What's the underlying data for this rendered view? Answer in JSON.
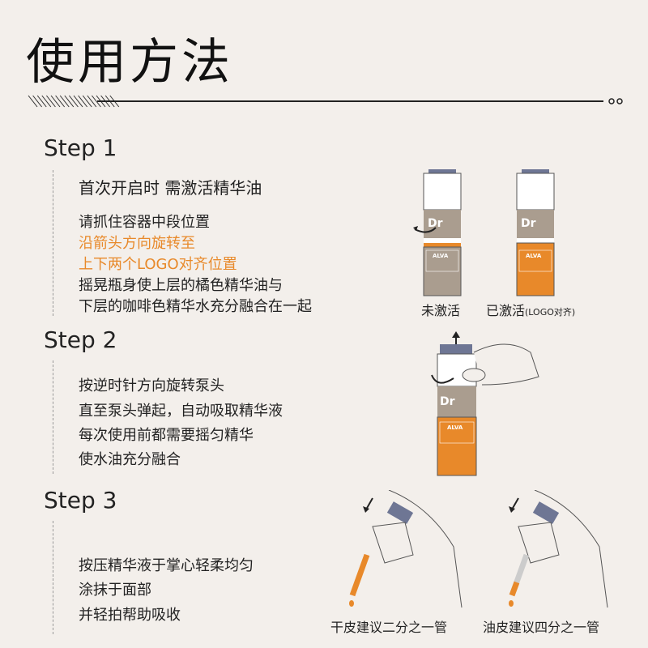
{
  "title": "使用方法",
  "colors": {
    "background": "#f3efeb",
    "accent_orange": "#e8892a",
    "bottle_brown": "#aa9d8f",
    "cap_blue": "#6e7694"
  },
  "steps": [
    {
      "label": "Step 1",
      "heading": "首次开启时 需激活精华油",
      "lines": [
        {
          "text": "请抓住容器中段位置",
          "highlight": false
        },
        {
          "text": "沿箭头方向旋转至",
          "highlight": true
        },
        {
          "text": "上下两个LOGO对齐位置",
          "highlight": true
        },
        {
          "text": "摇晃瓶身使上层的橘色精华油与",
          "highlight": false
        },
        {
          "text": "下层的咖啡色精华水充分融合在一起",
          "highlight": false
        }
      ],
      "captions": {
        "inactive": "未激活",
        "active": "已激活",
        "active_note": "(LOGO对齐)"
      }
    },
    {
      "label": "Step 2",
      "lines": [
        {
          "text": "按逆时针方向旋转泵头"
        },
        {
          "text": "直至泵头弹起，自动吸取精华液"
        },
        {
          "text": "每次使用前都需要摇匀精华"
        },
        {
          "text": "使水油充分融合"
        }
      ]
    },
    {
      "label": "Step 3",
      "lines": [
        {
          "text": "按压精华液于掌心轻柔均匀"
        },
        {
          "text": "涂抹于面部"
        },
        {
          "text": "并轻拍帮助吸收"
        }
      ],
      "captions": {
        "dry": "干皮建议二分之一管",
        "oily": "油皮建议四分之一管"
      }
    }
  ],
  "brand_logo_text": "ALVA"
}
